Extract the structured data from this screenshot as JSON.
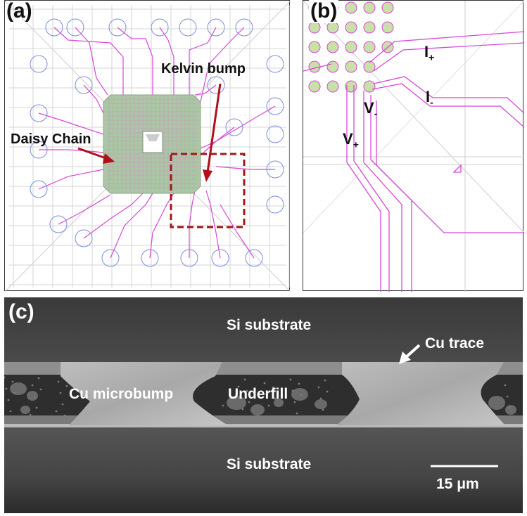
{
  "panel_a": {
    "label": "(a)",
    "annotation_daisy": "Daisy Chain",
    "annotation_kelvin": "Kelvin bump",
    "colors": {
      "trace": "#d946d9",
      "pad": "#7b8ce0",
      "grid": "#c8c8c8",
      "die": "#9fbf9f",
      "arrow": "#b0101a",
      "box": "#a01818"
    }
  },
  "panel_b": {
    "label": "(b)",
    "i_plus": "I",
    "i_plus_sub": "+",
    "i_minus": "I",
    "i_minus_sub": "-",
    "v_minus": "V",
    "v_minus_sub": "-",
    "v_plus": "V",
    "v_plus_sub": "+"
  },
  "panel_c": {
    "label": "(c)",
    "si_top": "Si substrate",
    "si_bottom": "Si substrate",
    "cu_trace": "Cu trace",
    "cu_microbump": "Cu microbump",
    "underfill": "Underfill",
    "scalebar": "15 μm"
  }
}
